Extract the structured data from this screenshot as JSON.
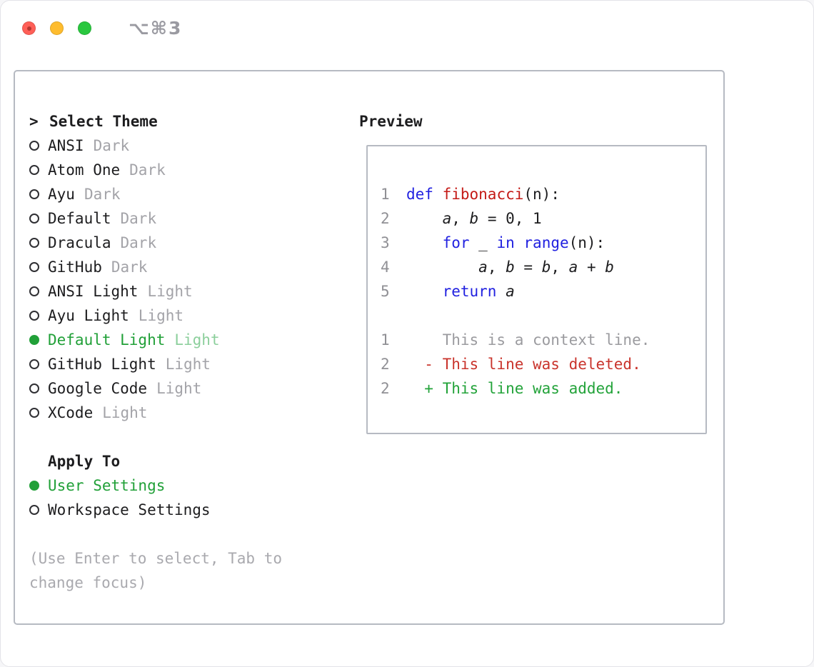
{
  "window": {
    "shortcut_label": "⌥⌘3"
  },
  "theme_picker": {
    "prompt": ">",
    "header": "Select Theme",
    "items": [
      {
        "name": "ANSI",
        "variant": "Dark",
        "selected": false
      },
      {
        "name": "Atom One",
        "variant": "Dark",
        "selected": false
      },
      {
        "name": "Ayu",
        "variant": "Dark",
        "selected": false
      },
      {
        "name": "Default",
        "variant": "Dark",
        "selected": false
      },
      {
        "name": "Dracula",
        "variant": "Dark",
        "selected": false
      },
      {
        "name": "GitHub",
        "variant": "Dark",
        "selected": false
      },
      {
        "name": "ANSI Light",
        "variant": "Light",
        "selected": false
      },
      {
        "name": "Ayu Light",
        "variant": "Light",
        "selected": false
      },
      {
        "name": "Default Light",
        "variant": "Light",
        "selected": true
      },
      {
        "name": "GitHub Light",
        "variant": "Light",
        "selected": false
      },
      {
        "name": "Google Code",
        "variant": "Light",
        "selected": false
      },
      {
        "name": "XCode",
        "variant": "Light",
        "selected": false
      }
    ],
    "apply_to": {
      "header": "Apply To",
      "options": [
        {
          "label": "User Settings",
          "selected": true
        },
        {
          "label": "Workspace Settings",
          "selected": false
        }
      ]
    },
    "hint": "(Use Enter to select, Tab to change focus)"
  },
  "preview": {
    "header": "Preview",
    "lines": [
      {
        "num": "1",
        "segs": [
          {
            "t": "def",
            "c": "kw"
          },
          {
            "t": " "
          },
          {
            "t": "fibonacci",
            "c": "fn"
          },
          {
            "t": "(n):"
          }
        ]
      },
      {
        "num": "2",
        "segs": [
          {
            "t": "    "
          },
          {
            "t": "a",
            "i": true
          },
          {
            "t": ", "
          },
          {
            "t": "b",
            "i": true
          },
          {
            "t": " = 0, 1"
          }
        ]
      },
      {
        "num": "3",
        "segs": [
          {
            "t": "    "
          },
          {
            "t": "for",
            "c": "kw"
          },
          {
            "t": " _ "
          },
          {
            "t": "in",
            "c": "kw"
          },
          {
            "t": " "
          },
          {
            "t": "range",
            "c": "kw"
          },
          {
            "t": "(n):"
          }
        ]
      },
      {
        "num": "4",
        "segs": [
          {
            "t": "        "
          },
          {
            "t": "a",
            "i": true
          },
          {
            "t": ", "
          },
          {
            "t": "b",
            "i": true
          },
          {
            "t": " = "
          },
          {
            "t": "b",
            "i": true
          },
          {
            "t": ", "
          },
          {
            "t": "a",
            "i": true
          },
          {
            "t": " + "
          },
          {
            "t": "b",
            "i": true
          }
        ]
      },
      {
        "num": "5",
        "segs": [
          {
            "t": "    "
          },
          {
            "t": "return",
            "c": "kw"
          },
          {
            "t": " "
          },
          {
            "t": "a",
            "i": true
          }
        ]
      },
      {
        "num": "",
        "segs": []
      },
      {
        "num": "1",
        "segs": [
          {
            "t": "    This is a context line.",
            "c": "dim"
          }
        ]
      },
      {
        "num": "2",
        "segs": [
          {
            "t": "  - This line was deleted.",
            "c": "del"
          }
        ]
      },
      {
        "num": "2",
        "segs": [
          {
            "t": "  + This line was added.",
            "c": "add"
          }
        ]
      }
    ]
  },
  "colors": {
    "keyword": "#2121e0",
    "function": "#c41a16",
    "text": "#1d1d1f",
    "muted": "#a3a3a8",
    "line_number": "#909095",
    "context": "#9b9b9f",
    "deleted": "#c9342c",
    "added": "#23a33a",
    "selected": "#21a038",
    "selected_muted": "#8ccf9c",
    "border": "#b6bac2",
    "hint": "#a9a9ae",
    "tl_red": "#ff5f57",
    "tl_yellow": "#febc2e",
    "tl_green": "#2ac73f"
  }
}
